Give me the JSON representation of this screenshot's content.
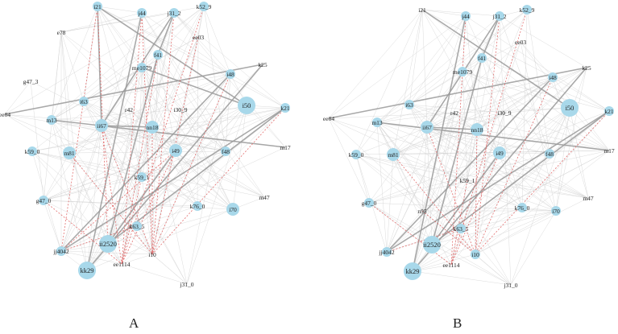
{
  "panels": [
    {
      "id": "A",
      "label": "A",
      "nodes": [
        {
          "id": "i21",
          "label": "i21",
          "size": 1
        },
        {
          "id": "j44",
          "label": "j44",
          "size": 1
        },
        {
          "id": "j31_2",
          "label": "j31_2",
          "size": 1
        },
        {
          "id": "k52_9",
          "label": "k52_9",
          "size": 1
        },
        {
          "id": "e78",
          "label": "e78",
          "size": 0
        },
        {
          "id": "ee03",
          "label": "ee03",
          "size": 0
        },
        {
          "id": "f41",
          "label": "f41",
          "size": 1
        },
        {
          "id": "me1079",
          "label": "me1079",
          "size": 1
        },
        {
          "id": "k25",
          "label": "k25",
          "size": 0
        },
        {
          "id": "g47_3",
          "label": "g47_3",
          "size": 0
        },
        {
          "id": "i48",
          "label": "i48",
          "size": 1
        },
        {
          "id": "ee04",
          "label": "ee04",
          "size": 0
        },
        {
          "id": "i63",
          "label": "i63",
          "size": 1
        },
        {
          "id": "r42",
          "label": "r42",
          "size": 0
        },
        {
          "id": "i30_9",
          "label": "i30_9",
          "size": 0
        },
        {
          "id": "i50",
          "label": "i50",
          "size": 3
        },
        {
          "id": "k21",
          "label": "k21",
          "size": 1
        },
        {
          "id": "m13",
          "label": "m13",
          "size": 1
        },
        {
          "id": "ii67",
          "label": "ii67",
          "size": 2
        },
        {
          "id": "nn18",
          "label": "nn18",
          "size": 2
        },
        {
          "id": "i49",
          "label": "i49",
          "size": 2
        },
        {
          "id": "f48",
          "label": "f48",
          "size": 1
        },
        {
          "id": "m17",
          "label": "m17",
          "size": 0
        },
        {
          "id": "k59_0",
          "label": "k59_0",
          "size": 1
        },
        {
          "id": "m81",
          "label": "m81",
          "size": 2
        },
        {
          "id": "k59_1",
          "label": "k59_1",
          "size": 1
        },
        {
          "id": "g47_0",
          "label": "g47_0",
          "size": 1
        },
        {
          "id": "k76_0",
          "label": "k76_0",
          "size": 1
        },
        {
          "id": "i70",
          "label": "i70",
          "size": 2
        },
        {
          "id": "m47",
          "label": "m47",
          "size": 0
        },
        {
          "id": "k63_5",
          "label": "k63_5",
          "size": 1
        },
        {
          "id": "ii2520",
          "label": "ii2520",
          "size": 3
        },
        {
          "id": "jj4042",
          "label": "jj4042",
          "size": 1
        },
        {
          "id": "i10",
          "label": "i10",
          "size": 0
        },
        {
          "id": "ee1114",
          "label": "ee1114",
          "size": 0
        },
        {
          "id": "kk29",
          "label": "kk29",
          "size": 3
        },
        {
          "id": "j31_0",
          "label": "j31_0",
          "size": 0
        }
      ],
      "thick_edges": [
        [
          "i21",
          "i50"
        ],
        [
          "ee04",
          "k25"
        ],
        [
          "j31_2",
          "ii67"
        ],
        [
          "j44",
          "kk29"
        ],
        [
          "k21",
          "ii2520"
        ],
        [
          "k25",
          "kk29"
        ],
        [
          "ii67",
          "nn18"
        ],
        [
          "f41",
          "ii2520"
        ],
        [
          "i48",
          "jj4042"
        ],
        [
          "k21",
          "jj4042"
        ],
        [
          "i50",
          "me1079"
        ],
        [
          "m13",
          "m17"
        ],
        [
          "i21",
          "ii67"
        ],
        [
          "i49",
          "ii2520"
        ],
        [
          "j31_2",
          "f41"
        ]
      ],
      "red_edges": [
        [
          "i21",
          "jj4042"
        ],
        [
          "j44",
          "ee1114"
        ],
        [
          "j31_2",
          "i10"
        ],
        [
          "i21",
          "ii2520"
        ],
        [
          "j44",
          "i10"
        ],
        [
          "k52_9",
          "ee1114"
        ],
        [
          "f41",
          "ee1114"
        ],
        [
          "nn18",
          "i10"
        ],
        [
          "ii67",
          "i10"
        ],
        [
          "g47_0",
          "ee1114"
        ],
        [
          "jj4042",
          "k63_5"
        ],
        [
          "i49",
          "ee1114"
        ],
        [
          "k21",
          "i10"
        ],
        [
          "ii67",
          "ee1114"
        ],
        [
          "ee03",
          "i10"
        ],
        [
          "i48",
          "i10"
        ],
        [
          "m81",
          "i10"
        ],
        [
          "k59_1",
          "ee1114"
        ],
        [
          "jj4042",
          "i49"
        ]
      ]
    },
    {
      "id": "B",
      "label": "B",
      "nodes": [
        {
          "id": "i21",
          "label": "i21",
          "size": 0
        },
        {
          "id": "j44",
          "label": "j44",
          "size": 1
        },
        {
          "id": "j31_2",
          "label": "j31_2",
          "size": 1
        },
        {
          "id": "k52_9",
          "label": "k52_9",
          "size": 1
        },
        {
          "id": "ee03",
          "label": "ee03",
          "size": 0
        },
        {
          "id": "f41",
          "label": "f41",
          "size": 1
        },
        {
          "id": "me1079",
          "label": "me1079",
          "size": 1
        },
        {
          "id": "k25",
          "label": "k25",
          "size": 0
        },
        {
          "id": "i48",
          "label": "i48",
          "size": 1
        },
        {
          "id": "ee04",
          "label": "ee04",
          "size": 0
        },
        {
          "id": "i63",
          "label": "i63",
          "size": 1
        },
        {
          "id": "r42",
          "label": "r42",
          "size": 0
        },
        {
          "id": "i30_9",
          "label": "i30_9",
          "size": 0
        },
        {
          "id": "i50",
          "label": "i50",
          "size": 3
        },
        {
          "id": "k21",
          "label": "k21",
          "size": 1
        },
        {
          "id": "m13",
          "label": "m13",
          "size": 1
        },
        {
          "id": "ii67",
          "label": "ii67",
          "size": 2
        },
        {
          "id": "nn18",
          "label": "nn18",
          "size": 2
        },
        {
          "id": "i49",
          "label": "i49",
          "size": 2
        },
        {
          "id": "f48",
          "label": "f48",
          "size": 1
        },
        {
          "id": "m17",
          "label": "m17",
          "size": 0
        },
        {
          "id": "k59_0",
          "label": "k59_0",
          "size": 1
        },
        {
          "id": "m81",
          "label": "m81",
          "size": 2
        },
        {
          "id": "k59_1",
          "label": "k59_1",
          "size": 0
        },
        {
          "id": "g47_0",
          "label": "g47_0",
          "size": 1
        },
        {
          "id": "m47",
          "label": "m47",
          "size": 0
        },
        {
          "id": "n95",
          "label": "n95",
          "size": 0
        },
        {
          "id": "k76_0",
          "label": "k76_0",
          "size": 1
        },
        {
          "id": "i70",
          "label": "i70",
          "size": 1
        },
        {
          "id": "k63_5",
          "label": "k63_5",
          "size": 1
        },
        {
          "id": "ii2520",
          "label": "ii2520",
          "size": 3
        },
        {
          "id": "jj4042",
          "label": "jj4042",
          "size": 1
        },
        {
          "id": "i10",
          "label": "i10",
          "size": 1
        },
        {
          "id": "ee1114",
          "label": "ee1114",
          "size": 0
        },
        {
          "id": "kk29",
          "label": "kk29",
          "size": 3
        },
        {
          "id": "j31_0",
          "label": "j31_0",
          "size": 0
        }
      ],
      "thick_edges": [
        [
          "i21",
          "i50"
        ],
        [
          "ee04",
          "k25"
        ],
        [
          "j31_2",
          "ii67"
        ],
        [
          "j44",
          "kk29"
        ],
        [
          "k21",
          "ii2520"
        ],
        [
          "ii67",
          "nn18"
        ],
        [
          "f41",
          "ii2520"
        ],
        [
          "i48",
          "jj4042"
        ],
        [
          "k21",
          "jj4042"
        ],
        [
          "m13",
          "m17"
        ],
        [
          "i49",
          "ii2520"
        ],
        [
          "j31_2",
          "f41"
        ],
        [
          "k25",
          "kk29"
        ]
      ],
      "red_edges": [
        [
          "j44",
          "ee1114"
        ],
        [
          "j31_2",
          "i10"
        ],
        [
          "k52_9",
          "ee1114"
        ],
        [
          "nn18",
          "i10"
        ],
        [
          "ii67",
          "i10"
        ],
        [
          "g47_0",
          "ee1114"
        ],
        [
          "jj4042",
          "k63_5"
        ],
        [
          "i49",
          "ee1114"
        ],
        [
          "k21",
          "i10"
        ],
        [
          "i48",
          "i10"
        ],
        [
          "m81",
          "i10"
        ],
        [
          "k59_1",
          "ee1114"
        ],
        [
          "n95",
          "i10"
        ]
      ]
    }
  ],
  "colors": {
    "node_fill": "#a8d8ea",
    "edge_light": "#cfcfcf",
    "edge_thick": "#9a9a9a",
    "edge_red": "#e06060",
    "label": "#222222"
  }
}
